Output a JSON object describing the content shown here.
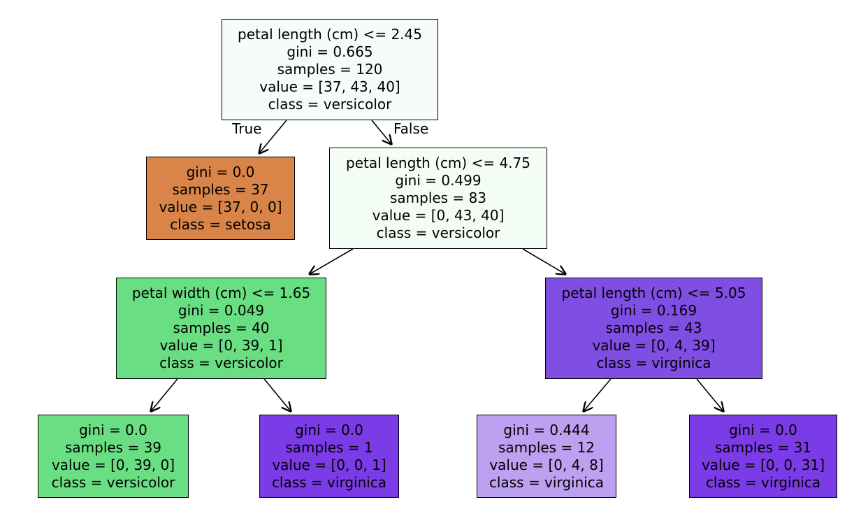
{
  "tree": {
    "edge_labels": {
      "true": "True",
      "false": "False"
    },
    "colors": {
      "versicolor_neutral": "#f6fdf8",
      "versicolor_light": "#f3fdf6",
      "versicolor": "#6ade82",
      "setosa": "#d98448",
      "virginica": "#7f4fe4",
      "virginica_pure": "#7b3be6",
      "virginica_light": "#bea0f0"
    },
    "nodes": [
      {
        "id": "n0",
        "lines": [
          "petal length (cm) <= 2.45",
          "gini = 0.665",
          "samples = 120",
          "value = [37, 43, 40]",
          "class = versicolor"
        ]
      },
      {
        "id": "n1",
        "lines": [
          "gini = 0.0",
          "samples = 37",
          "value = [37, 0, 0]",
          "class = setosa"
        ]
      },
      {
        "id": "n2",
        "lines": [
          "petal length (cm) <= 4.75",
          "gini = 0.499",
          "samples = 83",
          "value = [0, 43, 40]",
          "class = versicolor"
        ]
      },
      {
        "id": "n3",
        "lines": [
          "petal width (cm) <= 1.65",
          "gini = 0.049",
          "samples = 40",
          "value = [0, 39, 1]",
          "class = versicolor"
        ]
      },
      {
        "id": "n4",
        "lines": [
          "petal length (cm) <= 5.05",
          "gini = 0.169",
          "samples = 43",
          "value = [0, 4, 39]",
          "class = virginica"
        ]
      },
      {
        "id": "n5",
        "lines": [
          "gini = 0.0",
          "samples = 39",
          "value = [0, 39, 0]",
          "class = versicolor"
        ]
      },
      {
        "id": "n6",
        "lines": [
          "gini = 0.0",
          "samples = 1",
          "value = [0, 0, 1]",
          "class = virginica"
        ]
      },
      {
        "id": "n7",
        "lines": [
          "gini = 0.444",
          "samples = 12",
          "value = [0, 4, 8]",
          "class = virginica"
        ]
      },
      {
        "id": "n8",
        "lines": [
          "gini = 0.0",
          "samples = 31",
          "value = [0, 0, 31]",
          "class = virginica"
        ]
      }
    ]
  }
}
